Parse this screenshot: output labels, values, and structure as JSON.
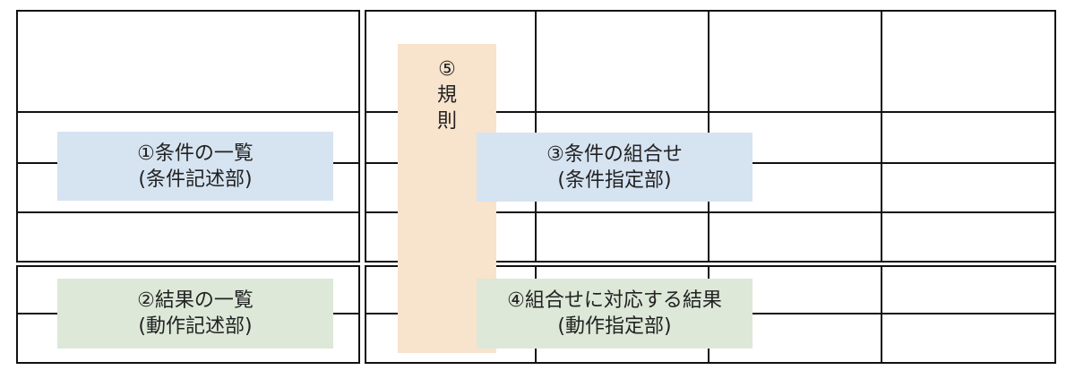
{
  "labels": {
    "condition_list": {
      "line1": "①条件の一覧",
      "line2": "(条件記述部)"
    },
    "result_list": {
      "line1": "②結果の一覧",
      "line2": "(動作記述部)"
    },
    "condition_combo": {
      "line1": "③条件の組合せ",
      "line2": "(条件指定部)"
    },
    "combo_result": {
      "line1": "④組合せに対応する結果",
      "line2": "(動作指定部)"
    },
    "rule": {
      "l1": "⑤",
      "l2": "規",
      "l3": "則"
    }
  },
  "colors": {
    "condition_blue": "#d6e3f1",
    "result_green": "#dde8d8",
    "rule_orange": "#f8e3cd",
    "grid_line": "#111111"
  }
}
